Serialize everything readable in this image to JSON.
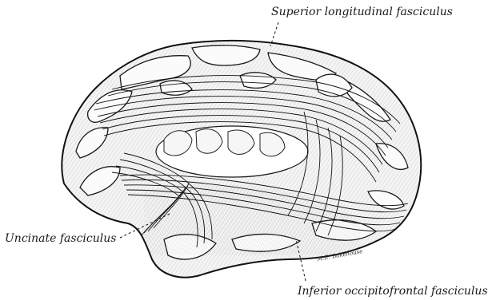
{
  "labels": {
    "superior": "Superior longitudinal fasciculus",
    "uncinate": "Uncinate fasciculus",
    "inferior": "Inferior occipitofrontal fasciculus"
  },
  "signature": "M.E. Bakehouse",
  "colors": {
    "ink": "#1a1a1a",
    "background": "#ffffff"
  }
}
